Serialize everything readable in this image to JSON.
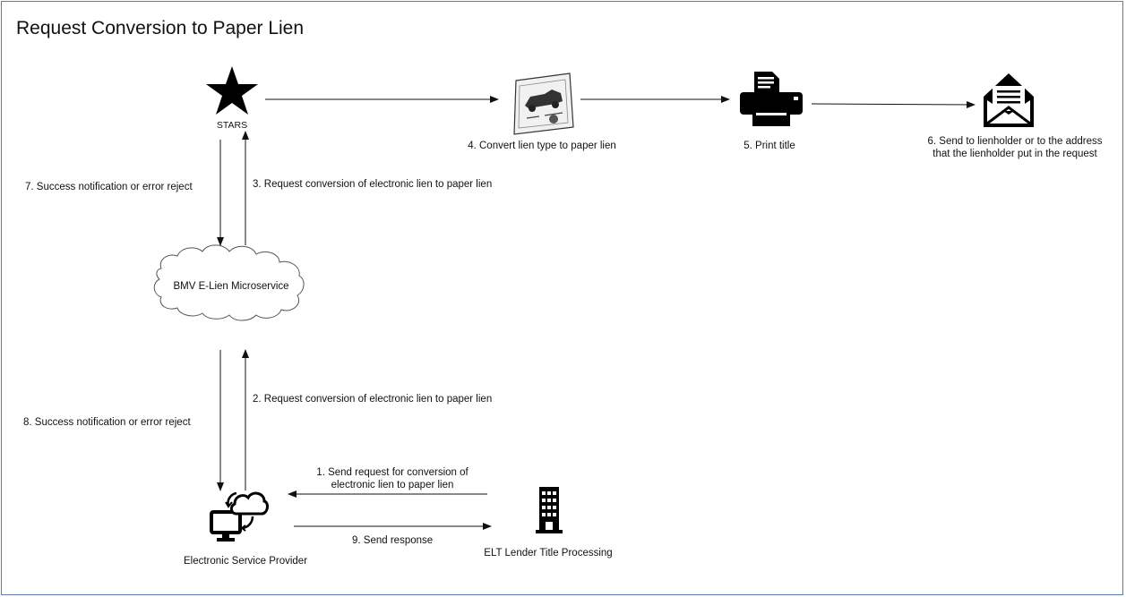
{
  "title": "Request Conversion to Paper Lien",
  "nodes": {
    "stars": "STARS",
    "convert": "4. Convert lien type to paper lien",
    "print": "5. Print title",
    "send_line1": "6. Send to lienholder or to the address",
    "send_line2": "that the lienholder put in the request",
    "microservice": "BMV E-Lien Microservice",
    "esp": "Electronic Service Provider",
    "elt": "ELT Lender Title Processing"
  },
  "edges": {
    "step3": "3. Request conversion of electronic lien to paper lien",
    "step7": "7. Success notification or error reject",
    "step2": "2. Request conversion of electronic lien to paper lien",
    "step8": "8. Success notification or error reject",
    "step1_line1": "1. Send request for conversion of",
    "step1_line2": "electronic lien to paper lien",
    "step9": "9. Send response"
  },
  "colors": {
    "frame": "#5a7bb5",
    "ink": "#111111"
  },
  "icons": [
    "star-icon",
    "title-document-icon",
    "printer-icon",
    "envelope-icon",
    "cloud-icon",
    "computer-cloud-icon",
    "building-icon"
  ]
}
